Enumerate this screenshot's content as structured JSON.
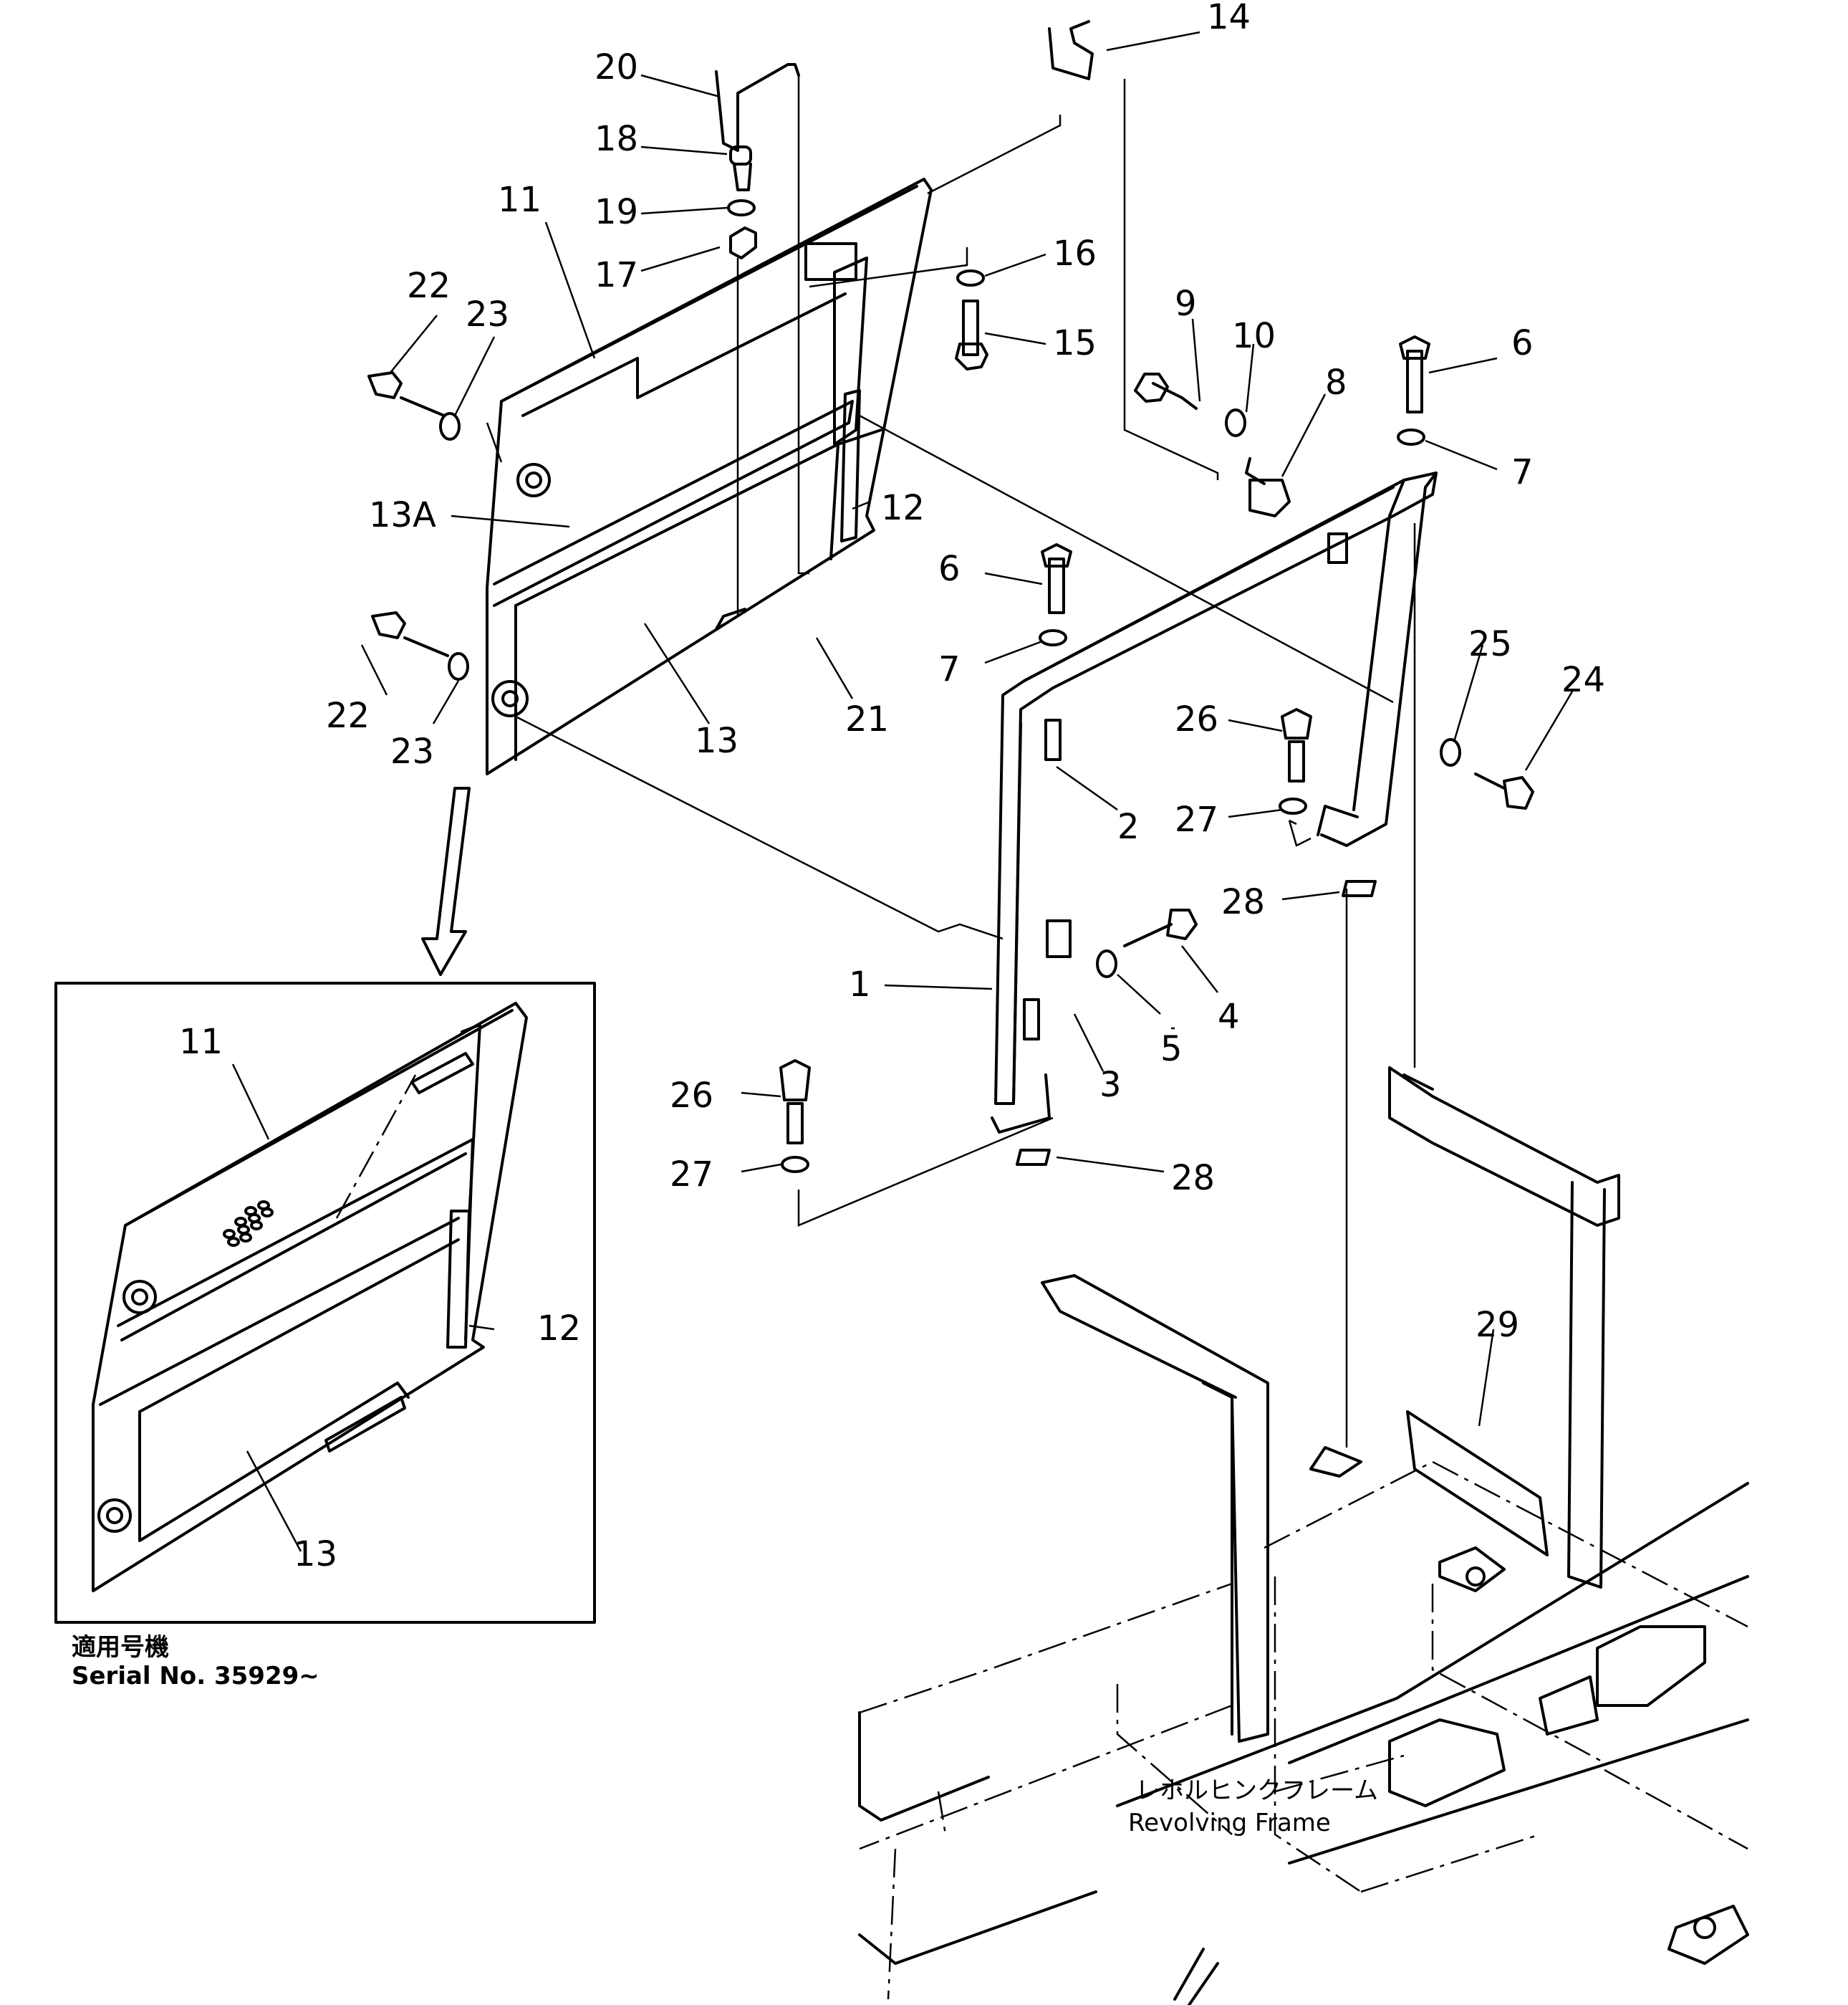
{
  "callouts": {
    "c1": "1",
    "c2": "2",
    "c3": "3",
    "c4": "4",
    "c5": "5",
    "c6a": "6",
    "c6b": "6",
    "c7a": "7",
    "c7b": "7",
    "c8": "8",
    "c9": "9",
    "c10": "10",
    "c11": "11",
    "c12": "12",
    "c13": "13",
    "c13a": "13A",
    "c14": "14",
    "c15": "15",
    "c16": "16",
    "c17": "17",
    "c18": "18",
    "c19": "19",
    "c20": "20",
    "c21": "21",
    "c22a": "22",
    "c22b": "22",
    "c23a": "23",
    "c23b": "23",
    "c24": "24",
    "c25": "25",
    "c26a": "26",
    "c26b": "26",
    "c27a": "27",
    "c27b": "27",
    "c28a": "28",
    "c28b": "28",
    "c29": "29",
    "inset11": "11",
    "inset12": "12",
    "inset13": "13"
  },
  "inset_note": {
    "jp": "適用号機",
    "serial": "Serial  No.  35929~"
  },
  "frame_label": {
    "jp": "レホルヒンクフレーム",
    "en": "Revolving  Frame"
  }
}
